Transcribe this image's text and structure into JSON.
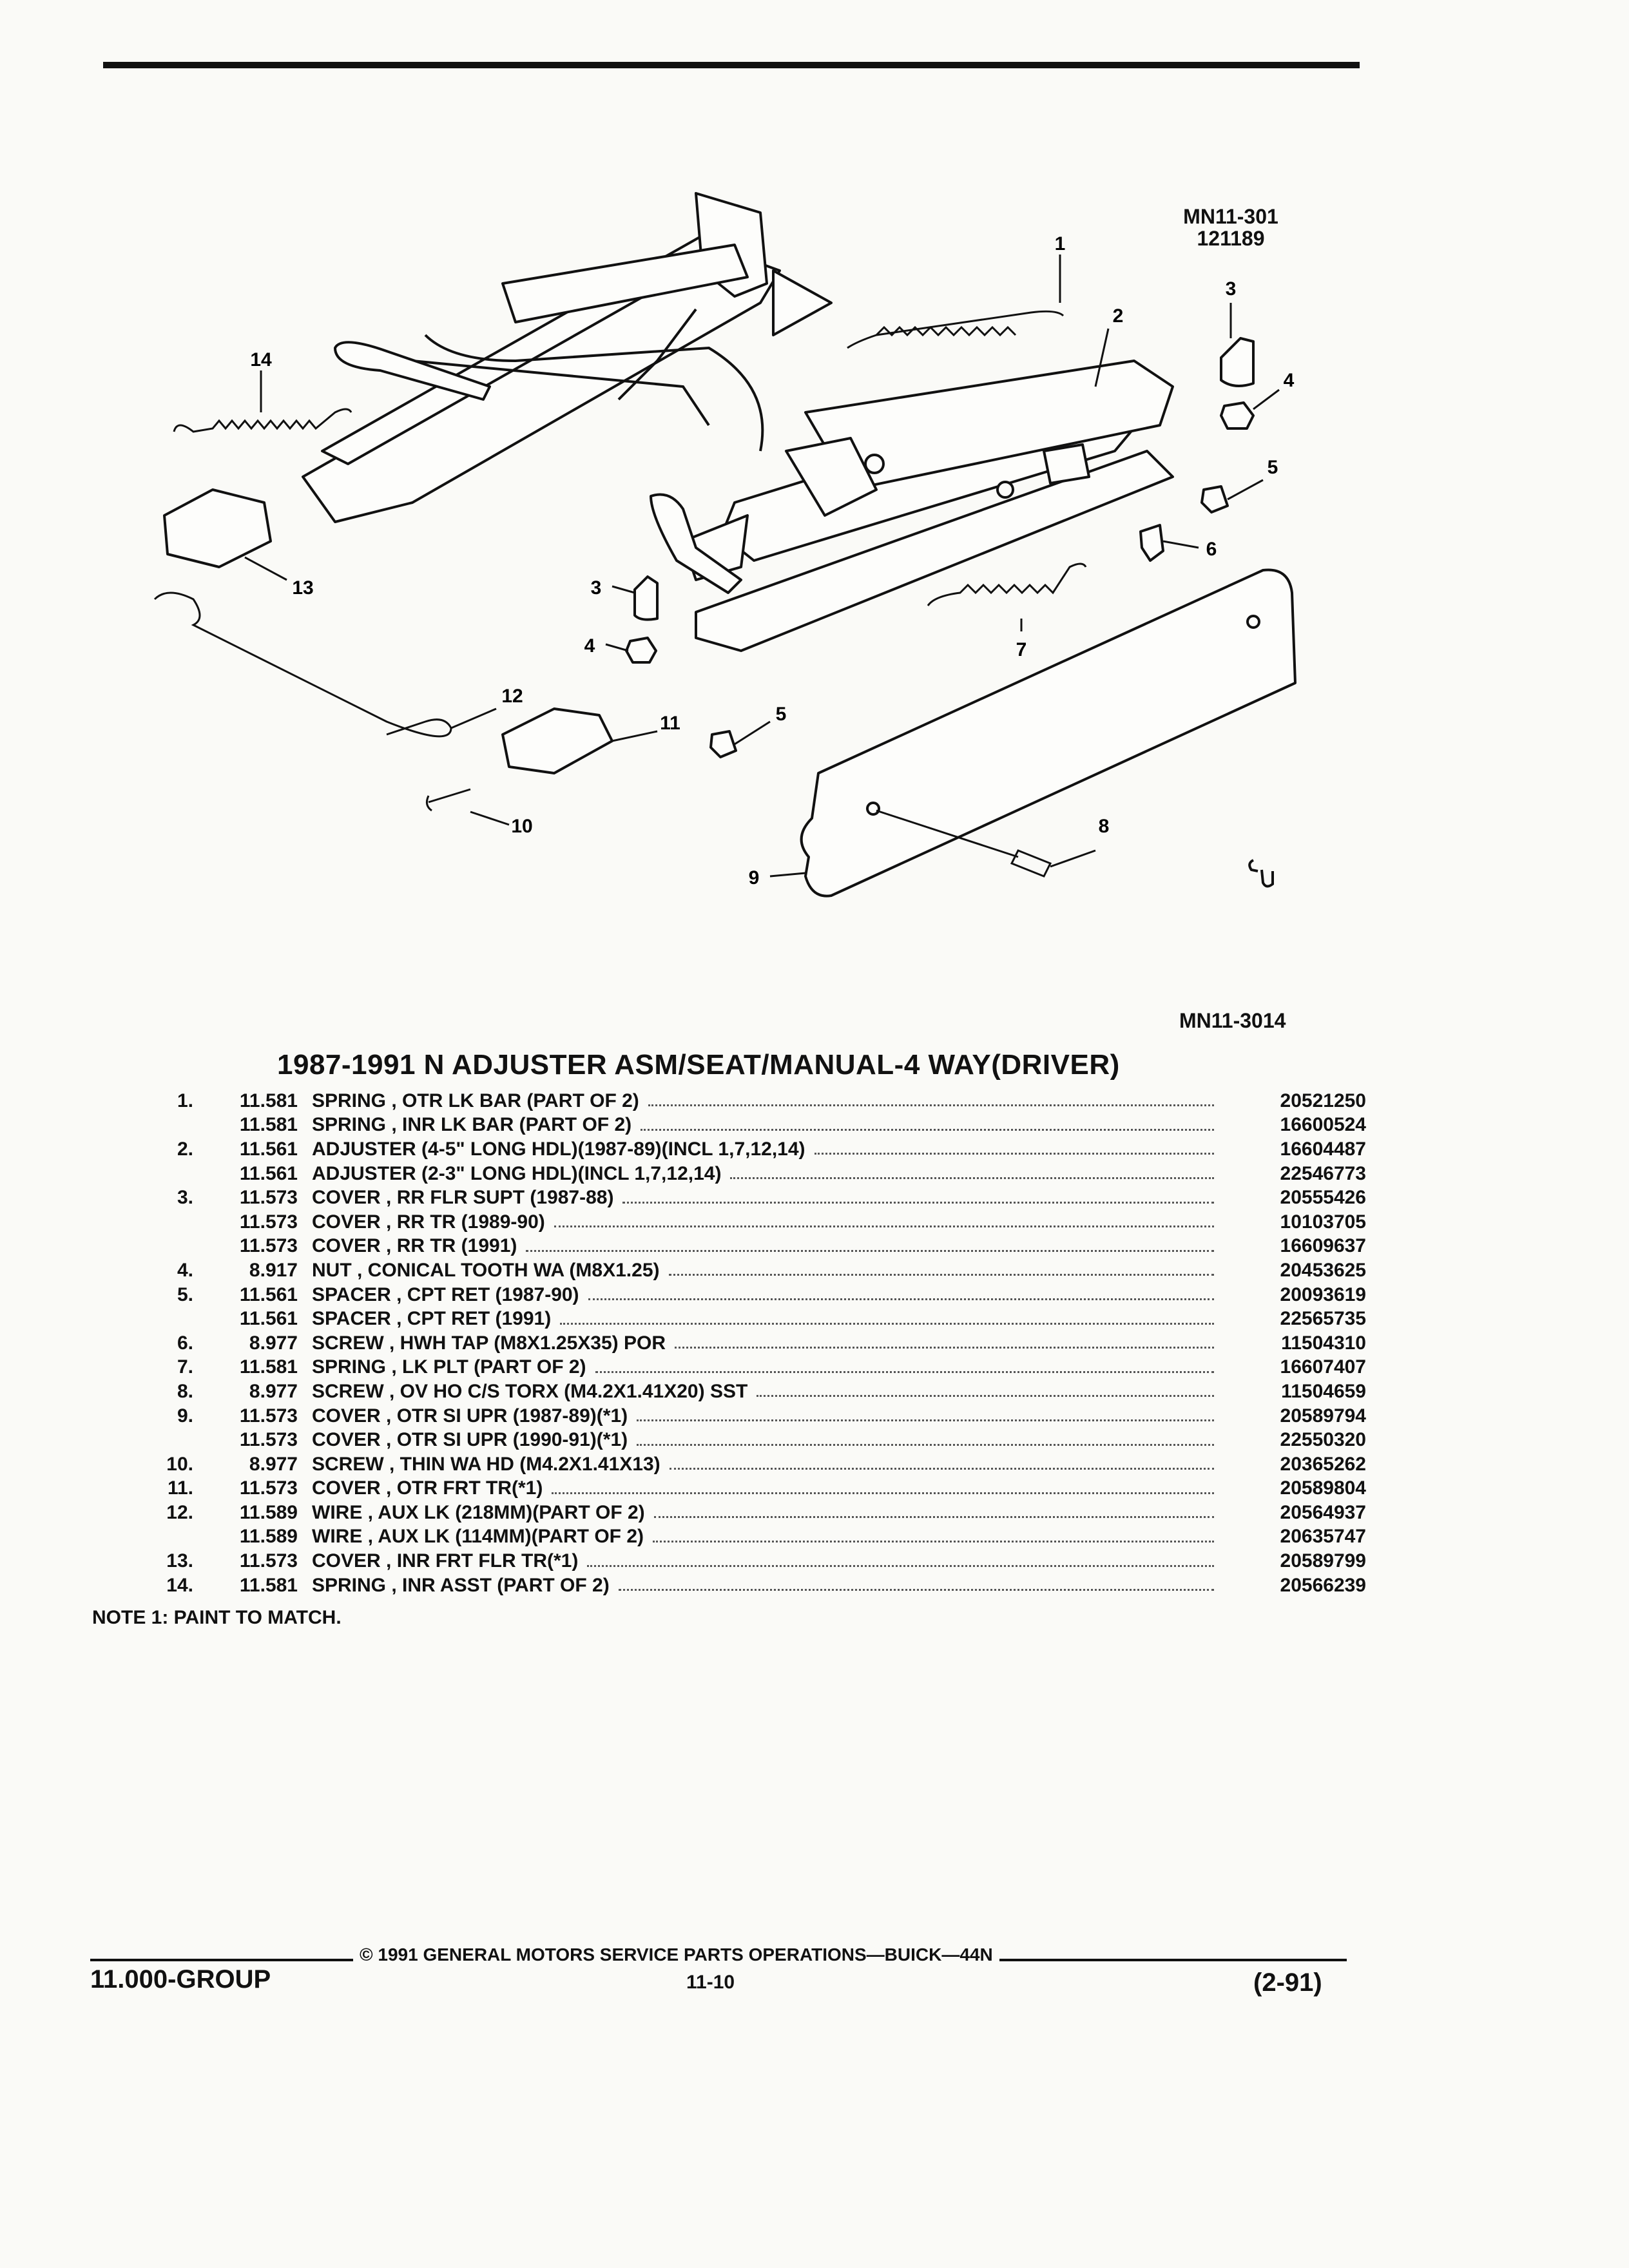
{
  "figure": {
    "code": "MN11-301",
    "date_code": "121189",
    "secondary_code": "MN11-3014",
    "callouts": [
      "1",
      "2",
      "3",
      "4",
      "5",
      "6",
      "7",
      "3",
      "4",
      "5",
      "8",
      "9",
      "10",
      "11",
      "12",
      "13",
      "14"
    ]
  },
  "title": "1987-1991 N ADJUSTER ASM/SEAT/MANUAL-4 WAY(DRIVER)",
  "parts": [
    {
      "num": "1.",
      "group": "11.581",
      "desc": "SPRING , OTR LK BAR (PART OF 2)",
      "pn": "20521250"
    },
    {
      "num": "",
      "group": "11.581",
      "desc": "SPRING , INR LK BAR (PART OF 2)",
      "pn": "16600524"
    },
    {
      "num": "2.",
      "group": "11.561",
      "desc": "ADJUSTER (4-5\" LONG HDL)(1987-89)(INCL 1,7,12,14)",
      "pn": "16604487"
    },
    {
      "num": "",
      "group": "11.561",
      "desc": "ADJUSTER (2-3\" LONG HDL)(INCL 1,7,12,14)",
      "pn": "22546773"
    },
    {
      "num": "3.",
      "group": "11.573",
      "desc": "COVER , RR FLR SUPT (1987-88)",
      "pn": "20555426"
    },
    {
      "num": "",
      "group": "11.573",
      "desc": "COVER , RR TR (1989-90)",
      "pn": "10103705"
    },
    {
      "num": "",
      "group": "11.573",
      "desc": "COVER , RR TR (1991)",
      "pn": "16609637"
    },
    {
      "num": "4.",
      "group": "8.917",
      "desc": "NUT , CONICAL TOOTH WA (M8X1.25)",
      "pn": "20453625"
    },
    {
      "num": "5.",
      "group": "11.561",
      "desc": "SPACER , CPT RET (1987-90)",
      "pn": "20093619"
    },
    {
      "num": "",
      "group": "11.561",
      "desc": "SPACER , CPT RET (1991)",
      "pn": "22565735"
    },
    {
      "num": "6.",
      "group": "8.977",
      "desc": "SCREW , HWH TAP (M8X1.25X35) POR",
      "pn": "11504310"
    },
    {
      "num": "7.",
      "group": "11.581",
      "desc": "SPRING , LK PLT (PART OF 2)",
      "pn": "16607407"
    },
    {
      "num": "8.",
      "group": "8.977",
      "desc": "SCREW , OV HO C/S TORX (M4.2X1.41X20) SST",
      "pn": "11504659"
    },
    {
      "num": "9.",
      "group": "11.573",
      "desc": "COVER , OTR SI UPR (1987-89)(*1)",
      "pn": "20589794"
    },
    {
      "num": "",
      "group": "11.573",
      "desc": "COVER , OTR SI UPR (1990-91)(*1)",
      "pn": "22550320"
    },
    {
      "num": "10.",
      "group": "8.977",
      "desc": "SCREW , THIN WA HD (M4.2X1.41X13)",
      "pn": "20365262"
    },
    {
      "num": "11.",
      "group": "11.573",
      "desc": "COVER , OTR FRT TR(*1)",
      "pn": "20589804"
    },
    {
      "num": "12.",
      "group": "11.589",
      "desc": "WIRE , AUX LK (218MM)(PART OF 2)",
      "pn": "20564937"
    },
    {
      "num": "",
      "group": "11.589",
      "desc": "WIRE , AUX LK (114MM)(PART OF 2)",
      "pn": "20635747"
    },
    {
      "num": "13.",
      "group": "11.573",
      "desc": "COVER , INR FRT FLR TR(*1)",
      "pn": "20589799"
    },
    {
      "num": "14.",
      "group": "11.581",
      "desc": "SPRING , INR ASST (PART OF 2)",
      "pn": "20566239"
    }
  ],
  "note": "NOTE  1:  PAINT TO MATCH.",
  "footer": {
    "copyright": "© 1991 GENERAL MOTORS SERVICE PARTS OPERATIONS—BUICK—44N",
    "group": "11.000-GROUP",
    "page": "11-10",
    "revision": "(2-91)"
  }
}
